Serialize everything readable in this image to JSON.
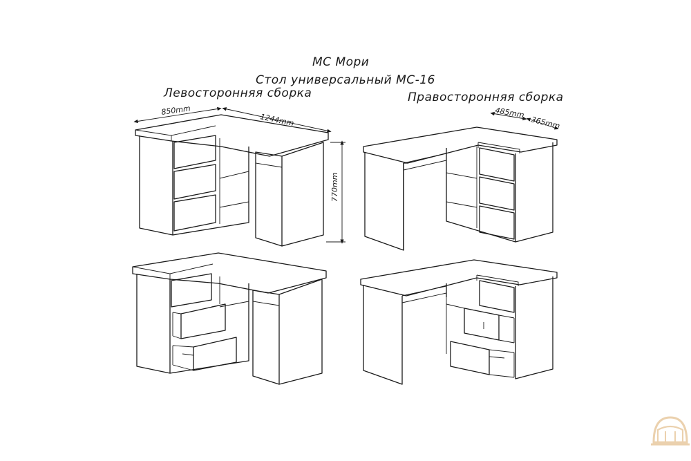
{
  "header": {
    "brand": "МС Мори",
    "subtitle": "Стол универсальный МС-16"
  },
  "left_assembly": {
    "label": "Левосторонняя сборка"
  },
  "right_assembly": {
    "label": "Правосторонняя сборка"
  },
  "dimensions": {
    "left_depth": "850mm",
    "left_length": "1244mm",
    "height": "770mm",
    "right_depth_a": "485mm",
    "right_depth_b": "365mm"
  },
  "watermark": {
    "icon": "dome-logo-icon",
    "color": "#e8c9a0"
  }
}
